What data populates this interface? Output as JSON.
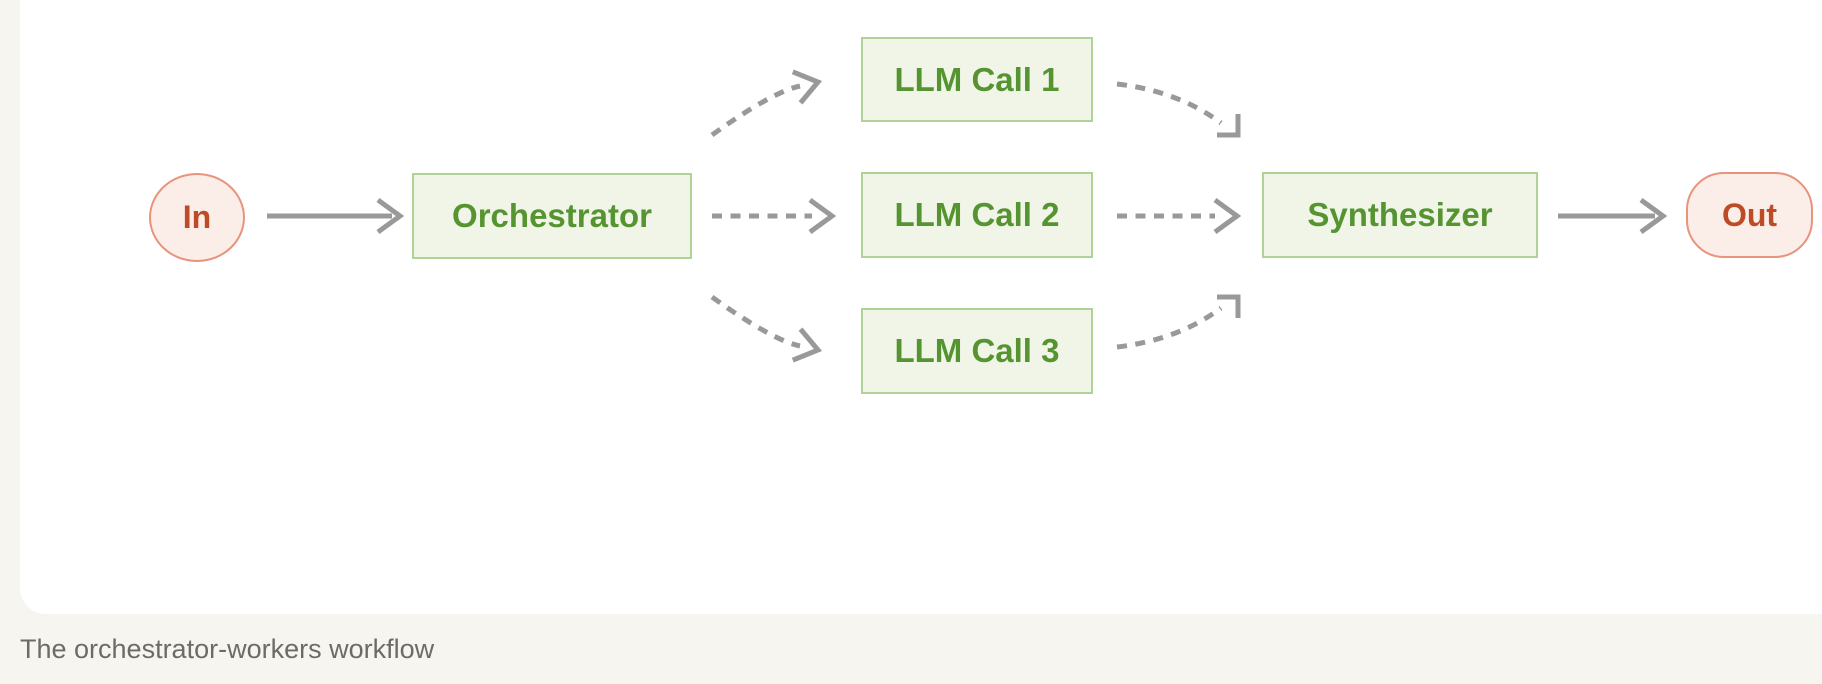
{
  "page": {
    "caption": "The orchestrator-workers workflow"
  },
  "colors": {
    "bg": "#F6F5EF",
    "card": "#FFFFFF",
    "green_fill": "#F0F5E8",
    "green_border": "#AFD296",
    "green_text": "#569431",
    "pink_fill": "#FBEDE8",
    "pink_border": "#E8937B",
    "pink_text": "#BD4B26",
    "arrow_gray": "#999999",
    "caption_text": "#6C6B66"
  },
  "diagram": {
    "nodes": [
      {
        "id": "in",
        "label": "In",
        "type": "terminal",
        "shape": "circle"
      },
      {
        "id": "orchestrator",
        "label": "Orchestrator",
        "type": "process",
        "shape": "rect"
      },
      {
        "id": "llm1",
        "label": "LLM Call 1",
        "type": "process",
        "shape": "rect"
      },
      {
        "id": "llm2",
        "label": "LLM Call 2",
        "type": "process",
        "shape": "rect"
      },
      {
        "id": "llm3",
        "label": "LLM Call 3",
        "type": "process",
        "shape": "rect"
      },
      {
        "id": "synthesizer",
        "label": "Synthesizer",
        "type": "process",
        "shape": "rect"
      },
      {
        "id": "out",
        "label": "Out",
        "type": "terminal",
        "shape": "pill"
      }
    ],
    "edges": [
      {
        "from": "in",
        "to": "orchestrator",
        "style": "solid"
      },
      {
        "from": "orchestrator",
        "to": "llm1",
        "style": "dashed"
      },
      {
        "from": "orchestrator",
        "to": "llm2",
        "style": "dashed"
      },
      {
        "from": "orchestrator",
        "to": "llm3",
        "style": "dashed"
      },
      {
        "from": "llm1",
        "to": "synthesizer",
        "style": "dashed"
      },
      {
        "from": "llm2",
        "to": "synthesizer",
        "style": "dashed"
      },
      {
        "from": "llm3",
        "to": "synthesizer",
        "style": "dashed"
      },
      {
        "from": "synthesizer",
        "to": "out",
        "style": "solid"
      }
    ]
  }
}
